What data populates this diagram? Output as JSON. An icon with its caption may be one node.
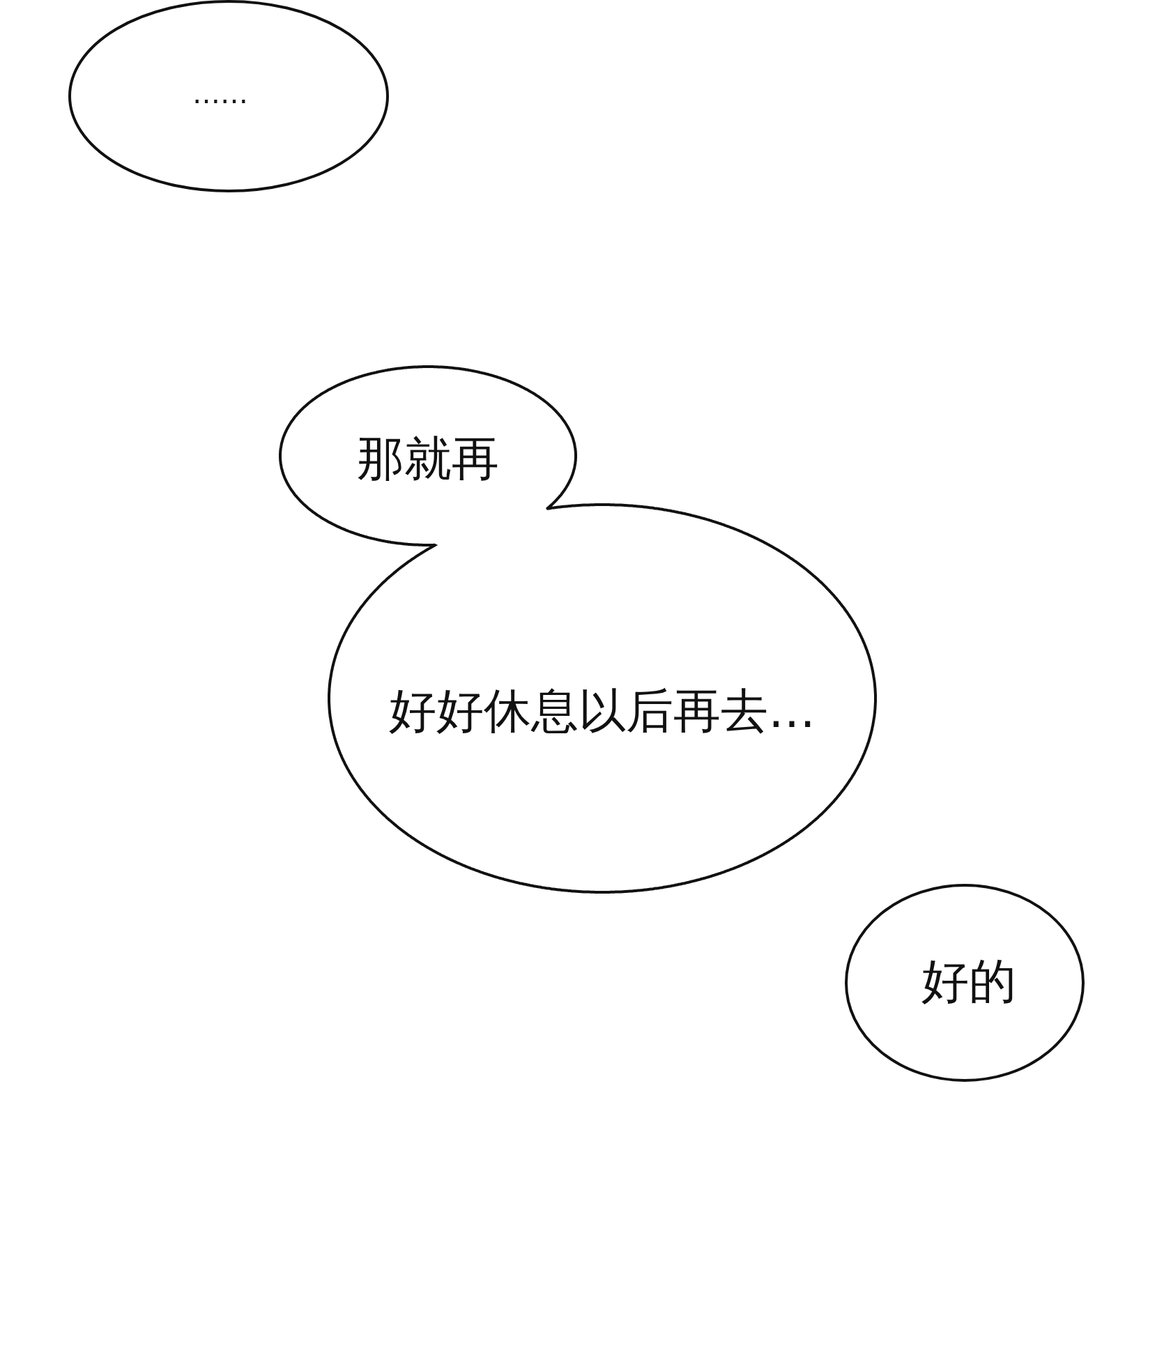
{
  "diagram": {
    "nodes": [
      {
        "text": [
          "……"
        ]
      },
      {
        "text": [
          "那就再",
          "好好休息以后再去…"
        ]
      },
      {
        "text": [
          "好的"
        ]
      }
    ]
  }
}
